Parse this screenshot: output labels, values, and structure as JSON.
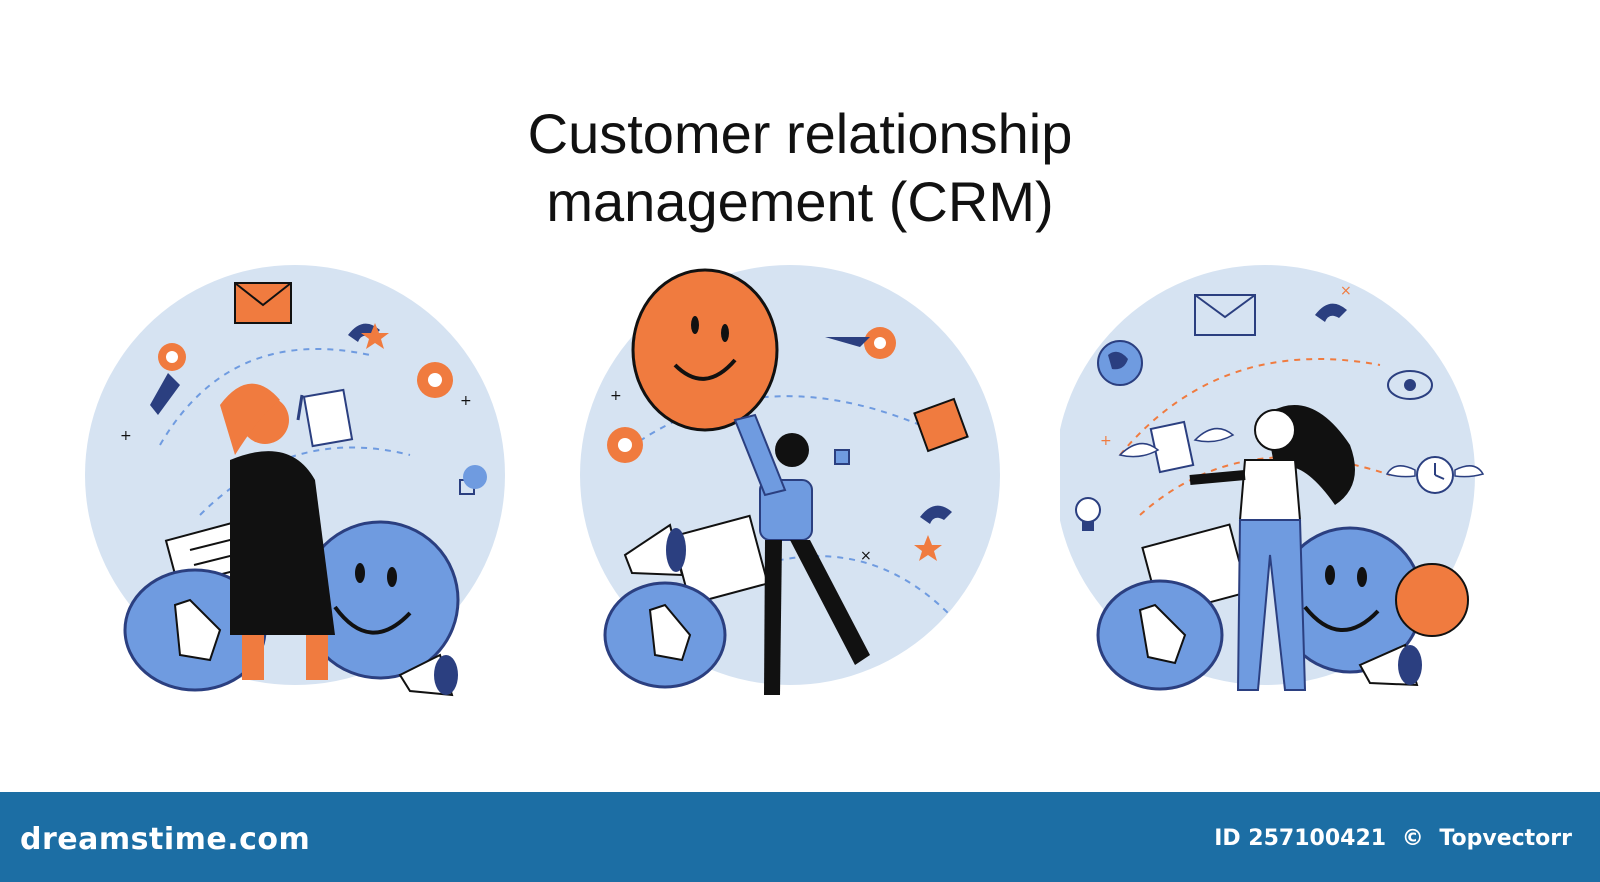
{
  "title": {
    "line1": "Customer relationship",
    "line2": "management (CRM)"
  },
  "scenes": [
    {
      "name": "woman-reading-document",
      "figure": "woman-with-document"
    },
    {
      "name": "man-lifting-smiley",
      "figure": "man-holding-smiley"
    },
    {
      "name": "woman-with-checklist",
      "figure": "woman-with-clipboard"
    }
  ],
  "colors": {
    "circle": "#d6e3f2",
    "blue": "#6f9be0",
    "blue_dark": "#2b3f80",
    "orange": "#f07b3f",
    "black": "#111111",
    "footer": "#1c6ea4"
  },
  "footer": {
    "brand": "dreamstime.com",
    "id_label": "ID 257100421",
    "copyright": "©",
    "author": "Topvectorr"
  }
}
